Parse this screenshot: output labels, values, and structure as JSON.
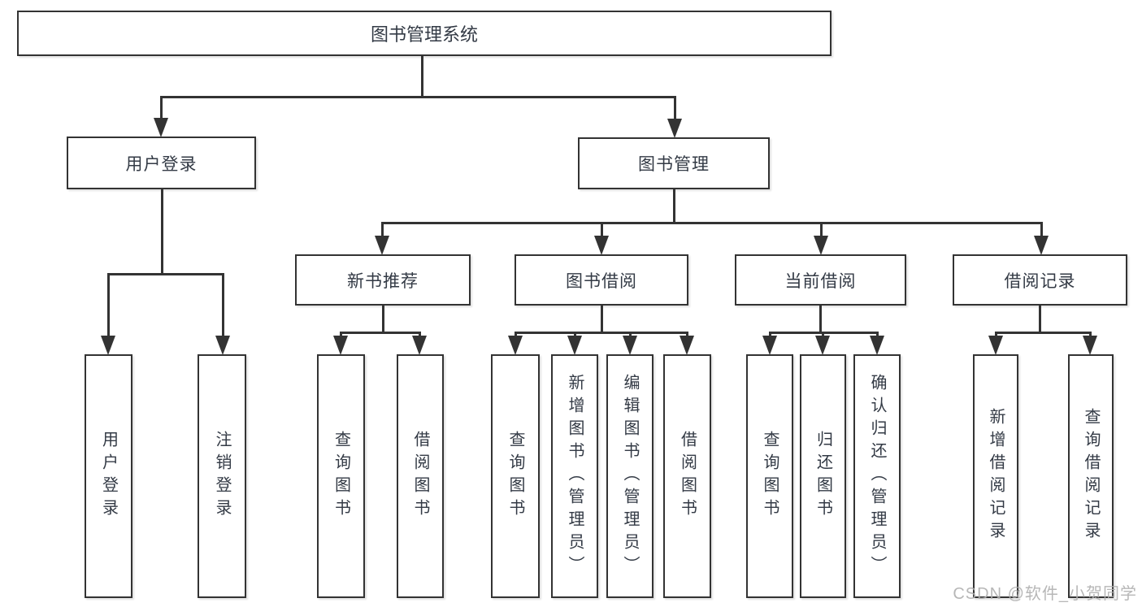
{
  "tree": {
    "label": "图书管理系统",
    "children": [
      {
        "label": "用户登录",
        "children": [
          {
            "label": "用户登录"
          },
          {
            "label": "注销登录"
          }
        ]
      },
      {
        "label": "图书管理",
        "children": [
          {
            "label": "新书推荐",
            "children": [
              {
                "label": "查询图书"
              },
              {
                "label": "借阅图书"
              }
            ]
          },
          {
            "label": "图书借阅",
            "children": [
              {
                "label": "查询图书"
              },
              {
                "label": "新增图书（管理员）"
              },
              {
                "label": "编辑图书（管理员）"
              },
              {
                "label": "借阅图书"
              }
            ]
          },
          {
            "label": "当前借阅",
            "children": [
              {
                "label": "查询图书"
              },
              {
                "label": "归还图书"
              },
              {
                "label": "确认归还（管理员）"
              }
            ]
          },
          {
            "label": "借阅记录",
            "children": [
              {
                "label": "新增借阅记录"
              },
              {
                "label": "查询借阅记录"
              }
            ]
          }
        ]
      }
    ]
  },
  "watermark": {
    "text": "CSDN @软件_小贺同学"
  },
  "colors": {
    "line": "#333333",
    "text": "#333a45",
    "background": "#ffffff",
    "watermark": "#afafaf"
  }
}
